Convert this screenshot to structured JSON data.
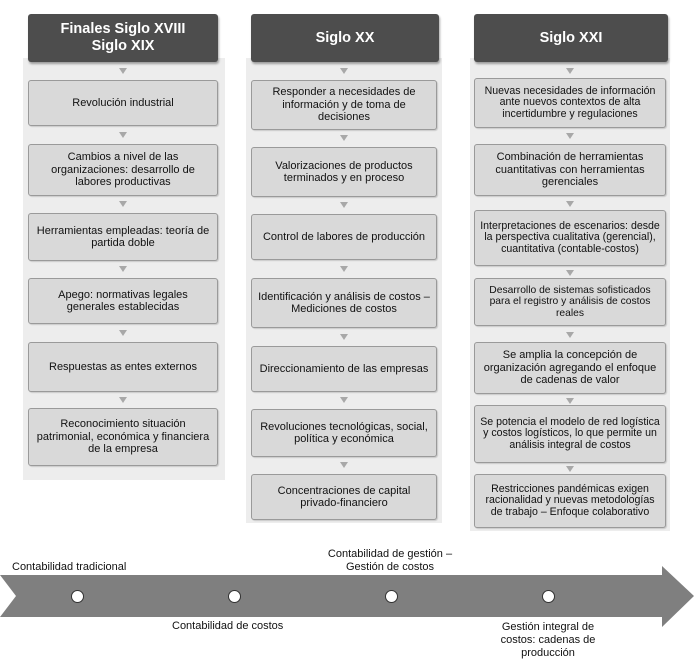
{
  "columns": [
    {
      "header": [
        "Finales Siglo XVIII",
        "Siglo XIX"
      ],
      "items": [
        "Revolución industrial",
        "Cambios a nivel de las organizaciones: desarrollo de labores productivas",
        "Herramientas empleadas: teoría de partida doble",
        "Apego: normativas legales generales establecidas",
        "Respuestas as entes externos",
        "Reconocimiento situación patrimonial, económica y financiera de la empresa"
      ]
    },
    {
      "header": [
        "Siglo XX"
      ],
      "items": [
        "Responder a necesidades de información y de toma de decisiones",
        "Valorizaciones de productos terminados y en proceso",
        "Control de labores de producción",
        "Identificación y análisis de costos – Mediciones de costos",
        "Direccionamiento de las empresas",
        "Revoluciones tecnológicas, social, política y económica",
        "Concentraciones de capital privado-financiero"
      ]
    },
    {
      "header": [
        "Siglo XXI"
      ],
      "items": [
        "Nuevas necesidades de información ante nuevos contextos de alta incertidumbre y regulaciones",
        "Combinación de herramientas cuantitativas con herramientas gerenciales",
        "Interpretaciones de escenarios: desde la perspectiva cualitativa (gerencial), cuantitativa (contable-costos)",
        "Desarrollo de sistemas sofisticados para el registro y análisis de costos reales",
        "Se amplia la concepción de organización agregando el enfoque de cadenas de valor",
        "Se potencia el modelo de red logística y costos logísticos, lo que permite un análisis integral de costos",
        "Restricciones pandémicas exigen racionalidad y nuevas metodologías de trabajo – Enfoque colaborativo"
      ]
    }
  ],
  "timeline": {
    "top_labels": [
      "Contabilidad tradicional",
      "Contabilidad de gestión – Gestión de costos"
    ],
    "bottom_labels": [
      "Contabilidad de costos",
      "Gestión integral de costos: cadenas de producción"
    ]
  },
  "colors": {
    "header_bg": "#4d4d4d",
    "box_bg": "#d9d9d9",
    "column_bg": "#ededed",
    "arrow": "#a8a8a8"
  }
}
